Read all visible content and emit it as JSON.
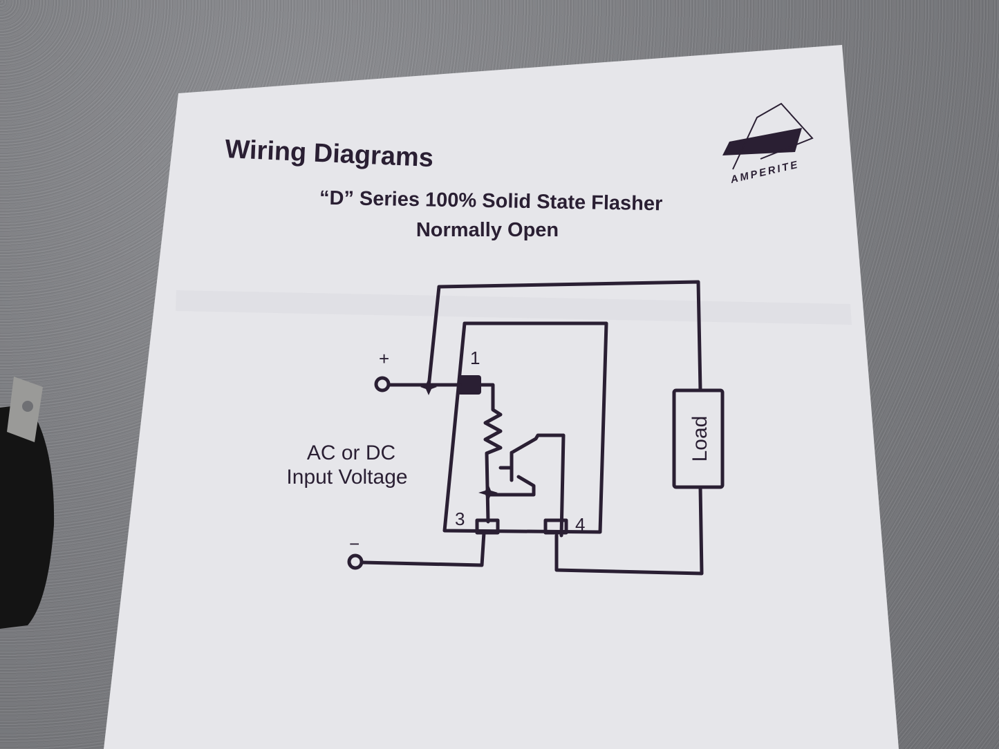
{
  "document": {
    "title": "Wiring Diagrams",
    "subtitle": "“D” Series 100% Solid State Flasher",
    "subtitle2": "Normally Open",
    "logo_text": "AMPERITE"
  },
  "diagram": {
    "plus_label": "+",
    "minus_label": "−",
    "pin1": "1",
    "pin3": "3",
    "pin4": "4",
    "input_label_line1": "AC or DC",
    "input_label_line2": "Input Voltage",
    "load_label": "Load"
  },
  "colors": {
    "ink": "#2a1f33",
    "paper": "#e8e8ec",
    "background": "#7f8084"
  }
}
